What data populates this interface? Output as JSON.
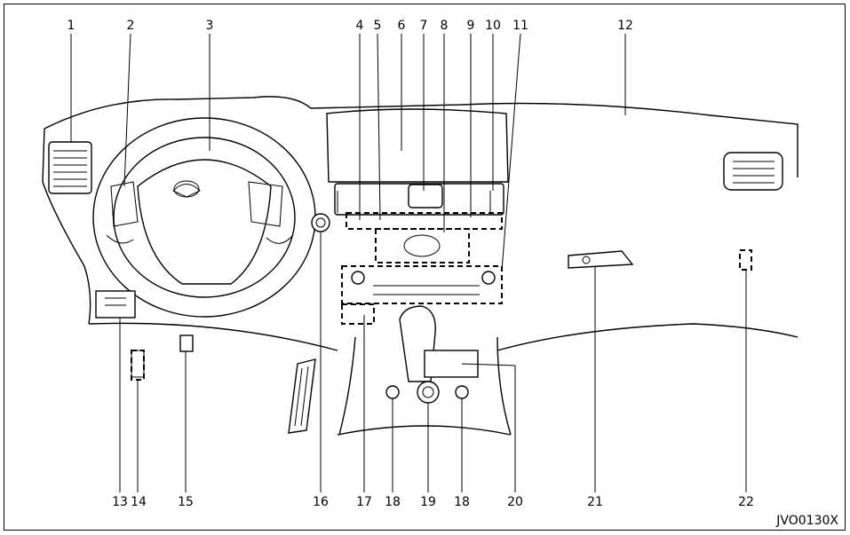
{
  "callouts": [
    "1",
    "2",
    "3",
    "4",
    "5",
    "6",
    "7",
    "8",
    "9",
    "10",
    "11",
    "12",
    "13",
    "14",
    "15",
    "16",
    "17",
    "18",
    "19",
    "18",
    "20",
    "21",
    "22"
  ],
  "figure_code": "JVO0130X"
}
